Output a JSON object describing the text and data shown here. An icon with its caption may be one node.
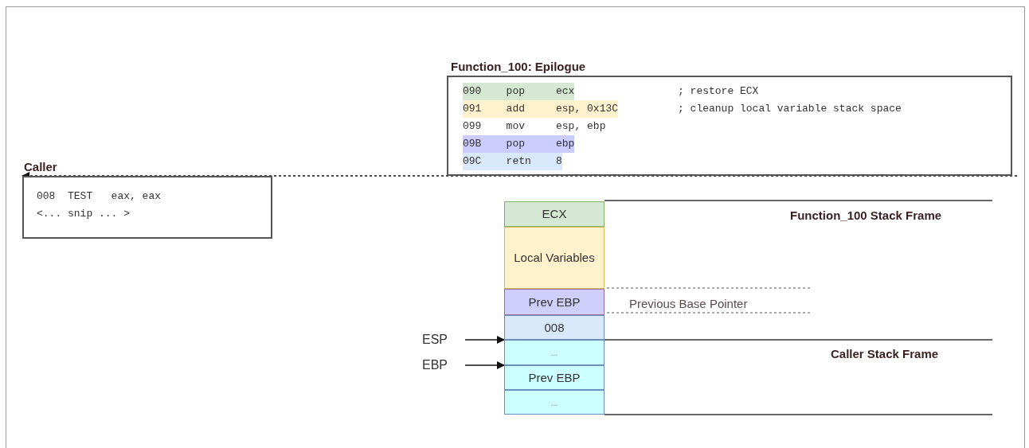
{
  "diagram": {
    "nodes": [
      {
        "text": [
          "Function_100:  Epilogue",
          "090    pop     ecx",
          "; restore ECX",
          "091    add     esp, 0x13C",
          "; cleanup local variable stack space",
          "099    mov     esp, ebp",
          "09B    pop     ebp",
          "09C    retn    8"
        ]
      },
      {
        "text": [
          "Caller",
          "008  TEST   eax, eax",
          "<... snip ... >"
        ]
      },
      {
        "text": [
          "ECX"
        ]
      },
      {
        "text": [
          "Local Variables"
        ]
      },
      {
        "text": [
          "Prev EBP"
        ]
      },
      {
        "text": [
          "008"
        ]
      },
      {
        "text": [
          "..."
        ]
      },
      {
        "text": [
          "Prev EBP"
        ]
      },
      {
        "text": [
          "..."
        ]
      },
      {
        "text": [
          "ESP"
        ]
      },
      {
        "text": [
          "EBP"
        ]
      }
    ],
    "edges": [
      {
        "from": 0,
        "to": 1,
        "arrow": "to",
        "style": "dashed"
      },
      {
        "from": 9,
        "to": 6,
        "arrow": "to"
      },
      {
        "from": 10,
        "to": 7,
        "arrow": "to"
      }
    ],
    "labels": [
      "Function_100 Stack Frame",
      "Previous Base Pointer",
      "Caller Stack Frame"
    ]
  }
}
